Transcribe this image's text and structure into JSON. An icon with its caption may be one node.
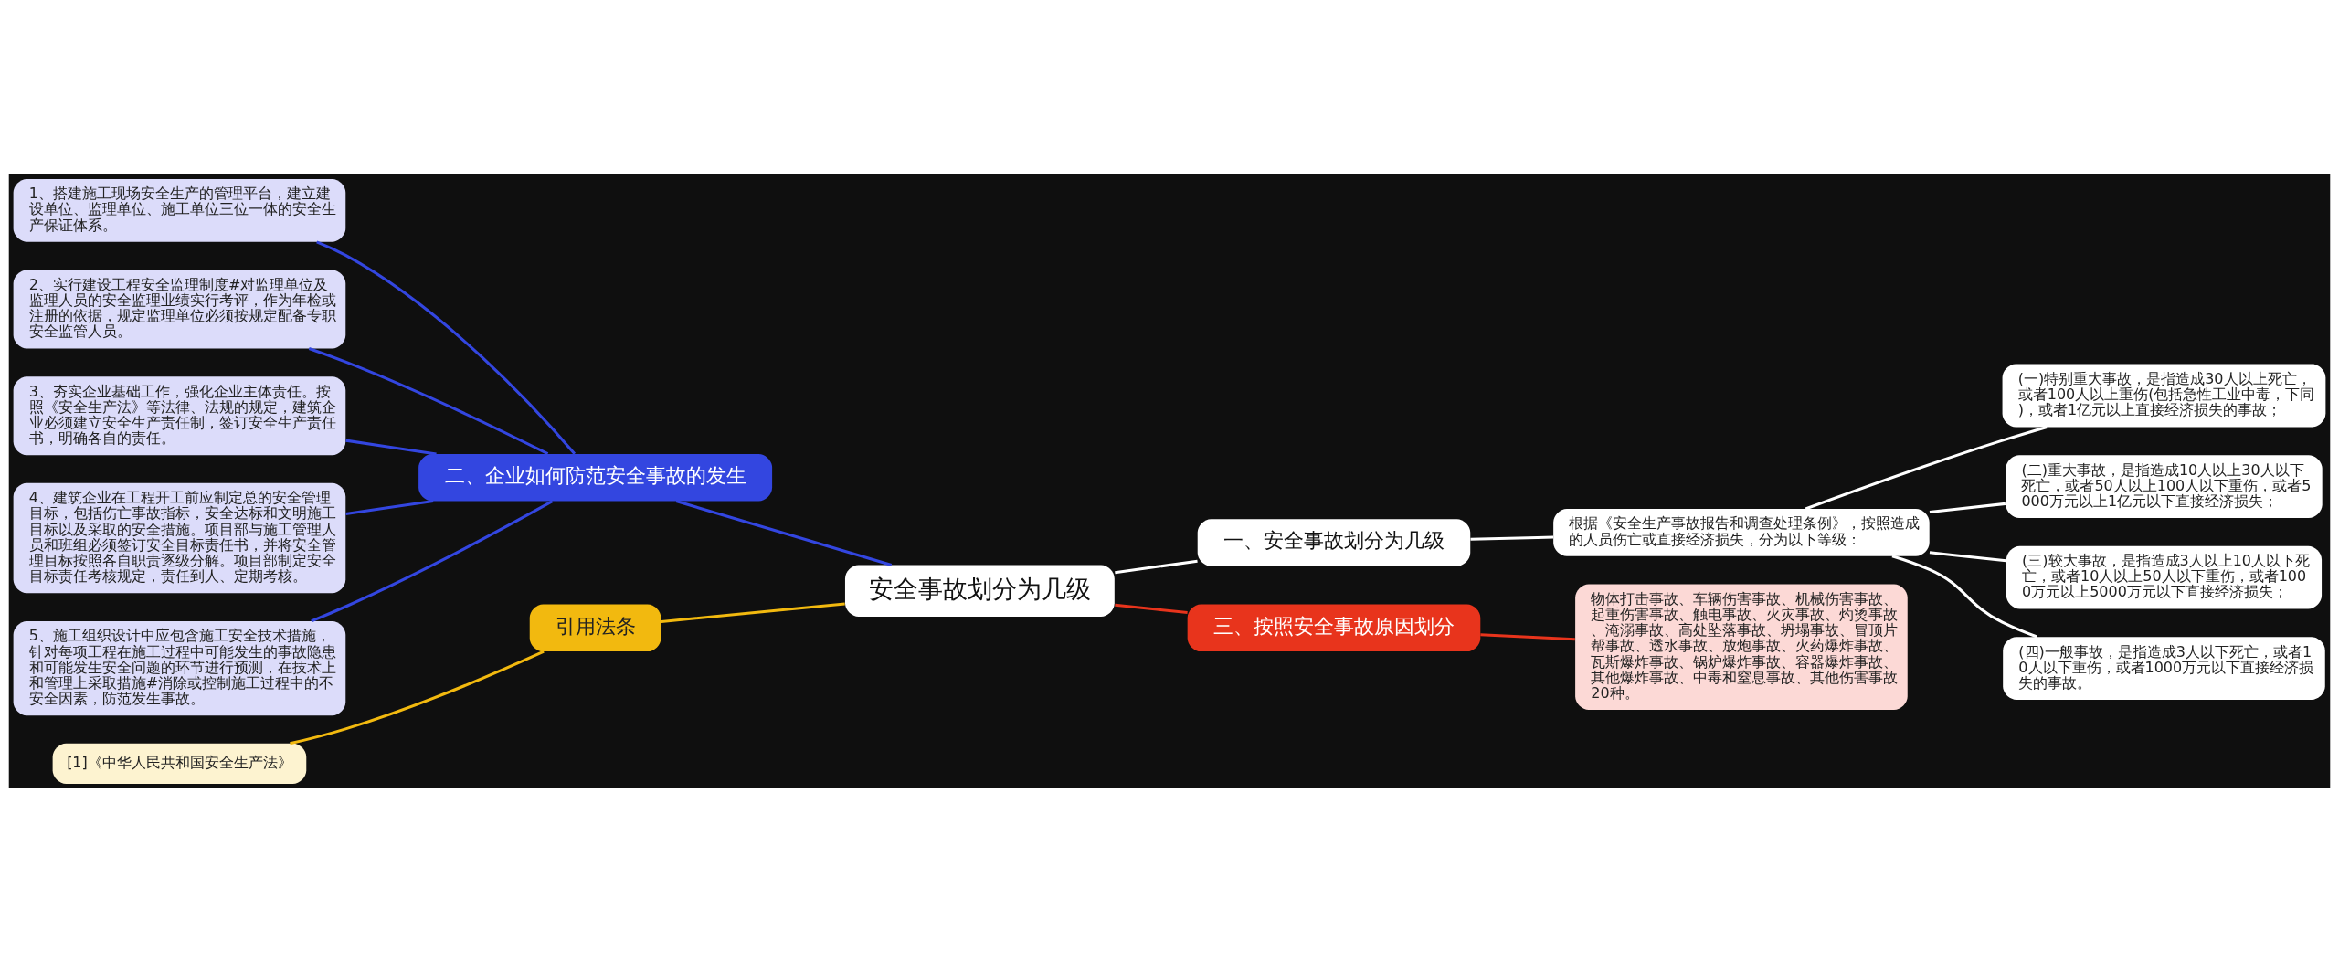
{
  "diagram": {
    "nodes": [
      {
        "text": [
          "安全事故划分为几级"
        ]
      },
      {
        "text": [
          "一、安全事故划分为几级"
        ]
      },
      {
        "text": [
          "根据《安全生产事故报告和调查处理条例》，按照造成的人员伤亡或直接经济损失，分为以下等级："
        ]
      },
      {
        "text": [
          "(一)特别重大事故，是指造成30人以上死亡，或者100人以上重伤(包括急性工业中毒，下同)，或者1亿元以上直接经济损失的事故；"
        ]
      },
      {
        "text": [
          "(二)重大事故，是指造成10人以上30人以下死亡，或者50人以上100人以下重伤，或者5000万元以上1亿元以下直接经济损失；"
        ]
      },
      {
        "text": [
          "(三)较大事故，是指造成3人以上10人以下死亡，或者10人以上50人以下重伤，或者1000万元以上5000万元以下直接经济损失；"
        ]
      },
      {
        "text": [
          "(四)一般事故，是指造成3人以下死亡，或者10人以下重伤，或者1000万元以下直接经济损失的事故。"
        ]
      },
      {
        "text": [
          "二、企业如何防范安全事故的发生"
        ]
      },
      {
        "text": [
          "1、搭建施工现场安全生产的管理平台，建立建设单位、监理单位、施工单位三位一体的安全生产保证体系。"
        ]
      },
      {
        "text": [
          "2、实行建设工程安全监理制度#对监理单位及监理人员的安全监理业绩实行考评，作为年检或注册的依据，规定监理单位必须按规定配备专职安全监管人员。"
        ]
      },
      {
        "text": [
          "3、夯实企业基础工作，强化企业主体责任。按照《安全生产法》等法律、法规的规定，建筑企业必须建立安全生产责任制，签订安全生产责任书，明确各自的责任。"
        ]
      },
      {
        "text": [
          "4、建筑企业在工程开工前应制定总的安全管理目标，包括伤亡事故指标，安全达标和文明施工目标以及采取的安全措施。项目部与施工管理人员和班组必须签订安全目标责任书，并将安全管理目标按照各自职责逐级分解。项目部制定安全目标责任考核规定，责任到人、定期考核。"
        ]
      },
      {
        "text": [
          "5、施工组织设计中应包含施工安全技术措施，针对每项工程在施工过程中可能发生的事故隐患和可能发生安全问题的环节进行预测，在技术上和管理上采取措施#消除或控制施工过程中的不安全因素，防范发生事故。"
        ]
      },
      {
        "text": [
          "三、按照安全事故原因划分"
        ]
      },
      {
        "text": [
          "物体打击事故、车辆伤害事故、机械伤害事故、起重伤害事故、触电事故、火灾事故、灼烫事故、淹溺事故、高处坠落事故、坍塌事故、冒顶片帮事故、透水事故、放炮事故、火药爆炸事故、瓦斯爆炸事故、锅炉爆炸事故、容器爆炸事故、其他爆炸事故、中毒和窒息事故、其他伤害事故20种。"
        ]
      },
      {
        "text": [
          "引用法条"
        ]
      },
      {
        "text": [
          "[1]《中华人民共和国安全生产法》"
        ]
      }
    ],
    "edges": [
      {
        "from": 0,
        "to": 1,
        "arrow": "none",
        "color": "#ffffff"
      },
      {
        "from": 1,
        "to": 2,
        "arrow": "none",
        "color": "#ffffff"
      },
      {
        "from": 2,
        "to": 3,
        "arrow": "none",
        "color": "#ffffff"
      },
      {
        "from": 2,
        "to": 4,
        "arrow": "none",
        "color": "#ffffff"
      },
      {
        "from": 2,
        "to": 5,
        "arrow": "none",
        "color": "#ffffff"
      },
      {
        "from": 2,
        "to": 6,
        "arrow": "none",
        "color": "#ffffff"
      },
      {
        "from": 0,
        "to": 7,
        "arrow": "none",
        "color": "#3346e0"
      },
      {
        "from": 7,
        "to": 8,
        "arrow": "none",
        "color": "#3346e0"
      },
      {
        "from": 7,
        "to": 9,
        "arrow": "none",
        "color": "#3346e0"
      },
      {
        "from": 7,
        "to": 10,
        "arrow": "none",
        "color": "#3346e0"
      },
      {
        "from": 7,
        "to": 11,
        "arrow": "none",
        "color": "#3346e0"
      },
      {
        "from": 7,
        "to": 12,
        "arrow": "none",
        "color": "#3346e0"
      },
      {
        "from": 0,
        "to": 13,
        "arrow": "none",
        "color": "#e8341c"
      },
      {
        "from": 13,
        "to": 14,
        "arrow": "none",
        "color": "#e8341c"
      },
      {
        "from": 0,
        "to": 15,
        "arrow": "none",
        "color": "#f2b90f"
      },
      {
        "from": 15,
        "to": 16,
        "arrow": "none",
        "color": "#f2b90f"
      }
    ]
  }
}
